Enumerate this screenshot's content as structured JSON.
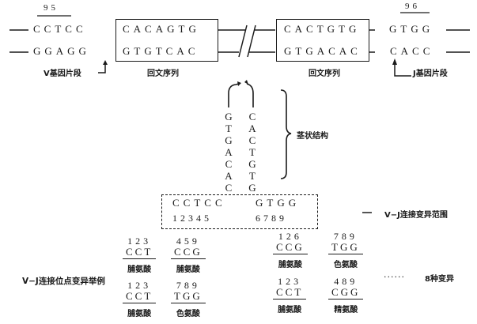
{
  "top_strand": {
    "v_label_number": "95",
    "j_label_number": "96",
    "v_upper": "CCTCC",
    "v_lower": "GGAGG",
    "palindrome1_upper": "CACAGTG",
    "palindrome1_lower": "GTGTCAC",
    "palindrome2_upper": "CACTGTG",
    "palindrome2_lower": "GTGACAC",
    "j_upper": "GTGG",
    "j_lower": "CACC",
    "v_segment_label": "V基因片段",
    "palindrome_label_1": "回文序列",
    "palindrome_label_2": "回文序列",
    "j_segment_label": "J基因片段"
  },
  "stem": {
    "left_column": [
      "G",
      "T",
      "G",
      "A",
      "C",
      "A",
      "C"
    ],
    "right_column": [
      "C",
      "A",
      "C",
      "T",
      "G",
      "T",
      "G"
    ],
    "label": "茎状结构"
  },
  "junction": {
    "v_seq": "CCTCC",
    "j_seq": "GTGG",
    "v_positions": "12345",
    "j_positions": "6789",
    "range_label": "V−J连接变异范围"
  },
  "examples": {
    "label": "V−J连接位点变异举例",
    "more_label": "8种变异",
    "ellipsis": "······",
    "codons": [
      {
        "positions": "123",
        "seq": "CCT",
        "amino_acid": "脯氨酸"
      },
      {
        "positions": "459",
        "seq": "CCG",
        "amino_acid": "脯氨酸"
      },
      {
        "positions": "126",
        "seq": "CCG",
        "amino_acid": "脯氨酸"
      },
      {
        "positions": "789",
        "seq": "TGG",
        "amino_acid": "色氨酸"
      },
      {
        "positions": "123",
        "seq": "CCT",
        "amino_acid": "脯氨酸"
      },
      {
        "positions": "789",
        "seq": "TGG",
        "amino_acid": "色氨酸"
      },
      {
        "positions": "123",
        "seq": "CCT",
        "amino_acid": "脯氨酸"
      },
      {
        "positions": "489",
        "seq": "CGG",
        "amino_acid": "精氨酸"
      }
    ]
  }
}
